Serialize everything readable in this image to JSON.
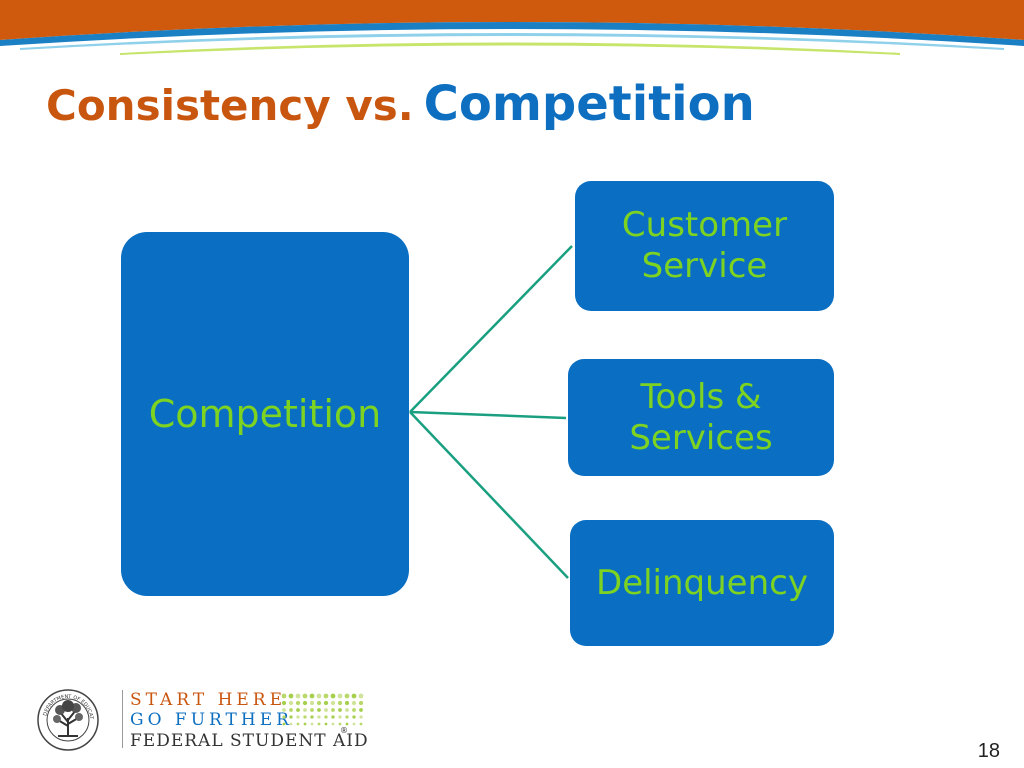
{
  "slide": {
    "title_part1": "Consistency vs.",
    "title_part2": "Competition",
    "page_number": "18"
  },
  "diagram": {
    "main": "Competition",
    "children": [
      {
        "line1": "Customer",
        "line2": "Service"
      },
      {
        "line1": "Tools &",
        "line2": "Services"
      },
      {
        "line1": "Delinquency",
        "line2": ""
      }
    ]
  },
  "logo": {
    "line1": "START HERE",
    "line2": "GO FURTHER",
    "line3": "FEDERAL STUDENT AID",
    "registered": "®",
    "seal_text": "DEPARTMENT OF EDUCATION · UNITED STATES OF AMERICA"
  },
  "colors": {
    "orange": "#c9560f",
    "blue": "#0e6fc1",
    "box_fill": "#0a6fc2",
    "box_text": "#7ed321",
    "connector": "#1aa080"
  }
}
